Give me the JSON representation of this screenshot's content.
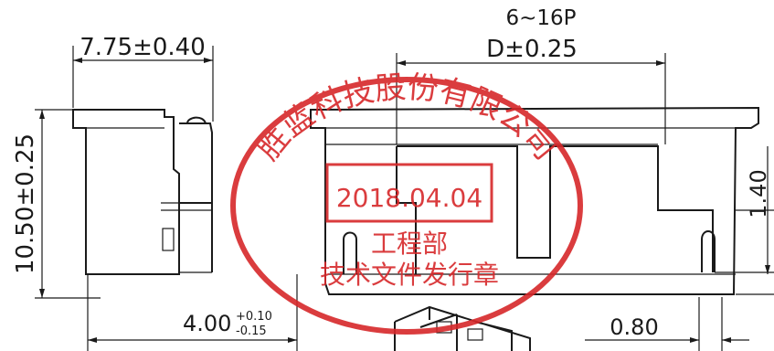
{
  "drawing": {
    "pitch_label": "6~16P",
    "dim_width": "D±0.25",
    "dim_side_width": "7.75±0.40",
    "dim_height": "10.50±0.25",
    "dim_offset_main": "4.00",
    "dim_offset_upper_tol": "+0.10",
    "dim_offset_lower_tol": "-0.15",
    "dim_right_height": "1.40",
    "dim_bottom_right": "0.80"
  },
  "stamp": {
    "company": "胜蓝科技股份有限公司",
    "date": "2018.04.04",
    "department": "工程部",
    "purpose": "技术文件发行章",
    "color": "#d7282a"
  }
}
